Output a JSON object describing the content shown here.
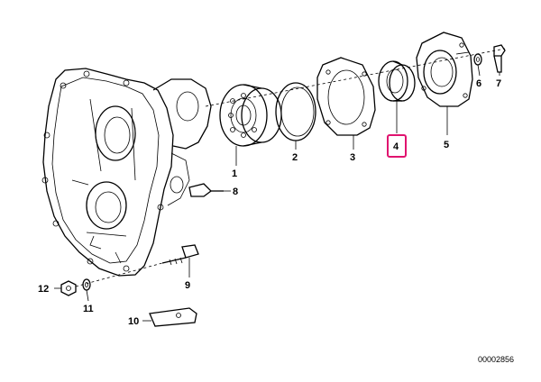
{
  "diagram": {
    "reference_number": "00002856",
    "highlighted_part": "4",
    "highlight_color": "#e0136f",
    "line_color": "#000000",
    "background": "#ffffff",
    "callouts": [
      {
        "id": "c1",
        "label": "1"
      },
      {
        "id": "c2",
        "label": "2"
      },
      {
        "id": "c3",
        "label": "3"
      },
      {
        "id": "c4",
        "label": "4"
      },
      {
        "id": "c5",
        "label": "5"
      },
      {
        "id": "c6",
        "label": "6"
      },
      {
        "id": "c7",
        "label": "7"
      },
      {
        "id": "c8",
        "label": "8"
      },
      {
        "id": "c9",
        "label": "9"
      },
      {
        "id": "c10",
        "label": "10"
      },
      {
        "id": "c11",
        "label": "11"
      },
      {
        "id": "c12",
        "label": "12"
      }
    ]
  }
}
